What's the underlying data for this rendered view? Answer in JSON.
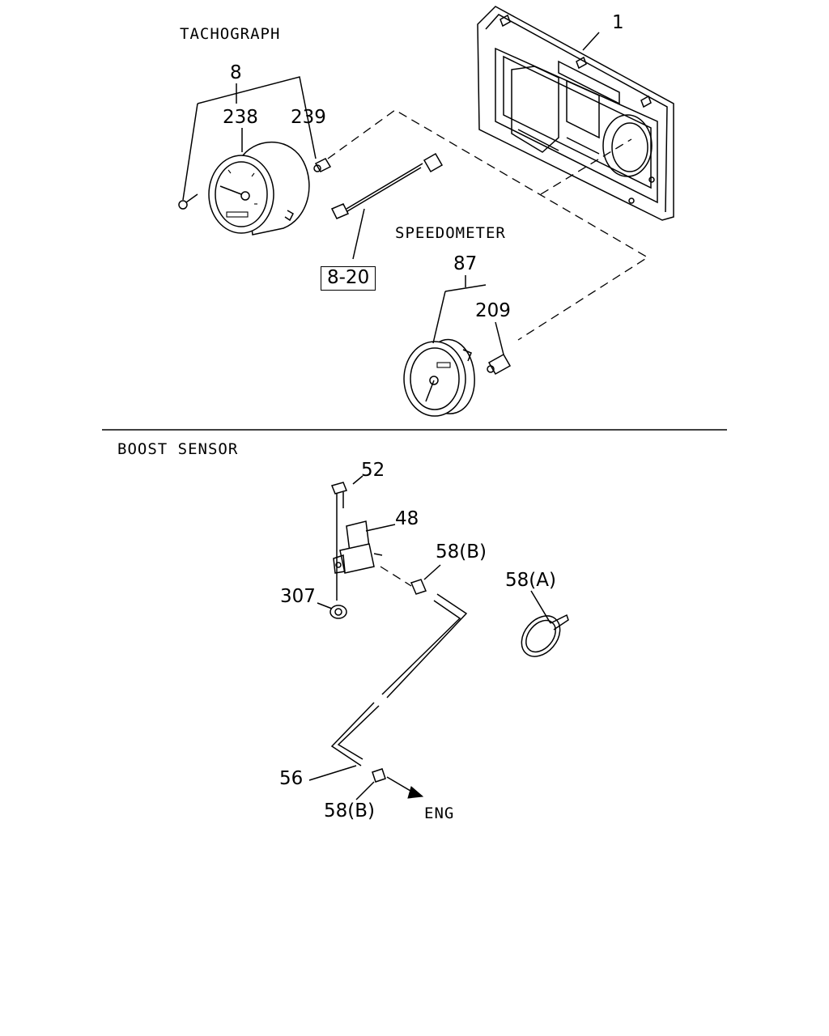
{
  "sections": {
    "tachograph": "TACHOGRAPH",
    "speedometer": "SPEEDOMETER",
    "boost_sensor": "BOOST SENSOR"
  },
  "callouts": {
    "c1": "1",
    "c8": "8",
    "c238": "238",
    "c239": "239",
    "c8_20": "8-20",
    "c87": "87",
    "c209": "209",
    "c52": "52",
    "c48": "48",
    "c58b_top": "58(B)",
    "c58a": "58(A)",
    "c307": "307",
    "c56": "56",
    "c58b_bottom": "58(B)",
    "eng": "ENG"
  }
}
